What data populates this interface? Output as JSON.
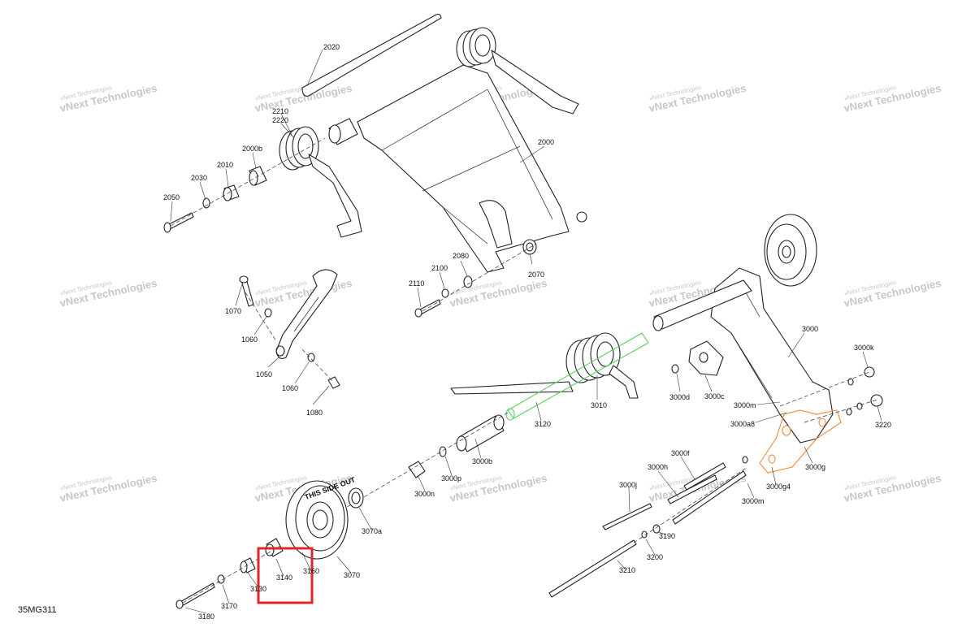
{
  "diagram": {
    "code": "35MG311",
    "watermark": {
      "line1": "vNext Technologies",
      "line2": "vNext Technologies"
    },
    "part_labels": {
      "p2020": "2020",
      "p2210": "2210",
      "p2220": "2220",
      "p2000b": "2000b",
      "p2010": "2010",
      "p2030": "2030",
      "p2050": "2050",
      "p2000": "2000",
      "p2080": "2080",
      "p2100": "2100",
      "p2110": "2110",
      "p2070": "2070",
      "p1070": "1070",
      "p1060a": "1060",
      "p1050": "1050",
      "p1060b": "1060",
      "p1080": "1080",
      "p3000": "3000",
      "p3000k": "3000k",
      "p3000d": "3000d",
      "p3000c": "3000c",
      "p3010": "3010",
      "p3120": "3120",
      "p3000m_a": "3000m",
      "p3000a8": "3000a8",
      "p3220": "3220",
      "p3000g": "3000g",
      "p3000g4": "3000g4",
      "p3000m_b": "3000m",
      "p3000f": "3000f",
      "p3000h": "3000h",
      "p3000j": "3000j",
      "p3000b": "3000b",
      "p3000p": "3000p",
      "p3000n": "3000n",
      "p3070a": "3070a",
      "p3070": "3070",
      "p3160": "3160",
      "p3140": "3140",
      "p3130": "3130",
      "p3170": "3170",
      "p3180": "3180",
      "p3190": "3190",
      "p3200": "3200",
      "p3210": "3210"
    },
    "wheel_text": "THIS SIDE OUT",
    "highlight": {
      "color": "#e0262a",
      "target": "3140"
    },
    "colors": {
      "green_part": "#5fcf5f",
      "orange_part": "#f08a3c",
      "watermark": "#9a9a9a"
    }
  }
}
